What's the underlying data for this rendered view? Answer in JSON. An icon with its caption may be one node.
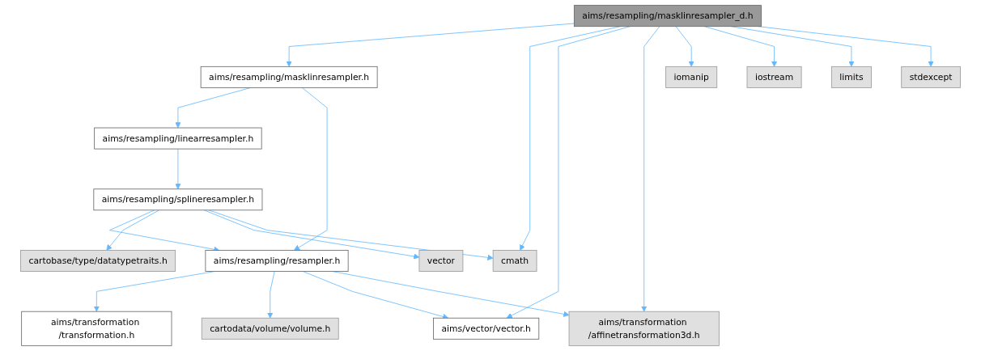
{
  "diagram": {
    "nodes": [
      {
        "text": [
          "aims/resampling/masklinresampler_d.h"
        ]
      },
      {
        "text": [
          "aims/resampling/masklinresampler.h"
        ]
      },
      {
        "text": [
          "cmath"
        ]
      },
      {
        "text": [
          "aims/vector/vector.h"
        ]
      },
      {
        "text": [
          "aims/transformation /affinetransformation3d.h"
        ]
      },
      {
        "text": [
          "iomanip"
        ]
      },
      {
        "text": [
          "iostream"
        ]
      },
      {
        "text": [
          "limits"
        ]
      },
      {
        "text": [
          "stdexcept"
        ]
      },
      {
        "text": [
          "aims/resampling/linearresampler.h"
        ]
      },
      {
        "text": [
          "aims/resampling/resampler.h"
        ]
      },
      {
        "text": [
          "aims/resampling/splineresampler.h"
        ]
      },
      {
        "text": [
          "aims/transformation /transformation.h"
        ]
      },
      {
        "text": [
          "cartodata/volume/volume.h"
        ]
      },
      {
        "text": [
          "cartobase/type/datatypetraits.h"
        ]
      },
      {
        "text": [
          "vector"
        ]
      }
    ],
    "edges": [
      {
        "from": 0,
        "to": 1,
        "arrow": "to"
      },
      {
        "from": 0,
        "to": 2,
        "arrow": "to"
      },
      {
        "from": 0,
        "to": 3,
        "arrow": "to"
      },
      {
        "from": 0,
        "to": 4,
        "arrow": "to"
      },
      {
        "from": 0,
        "to": 5,
        "arrow": "to"
      },
      {
        "from": 0,
        "to": 6,
        "arrow": "to"
      },
      {
        "from": 0,
        "to": 7,
        "arrow": "to"
      },
      {
        "from": 0,
        "to": 8,
        "arrow": "to"
      },
      {
        "from": 1,
        "to": 9,
        "arrow": "to"
      },
      {
        "from": 1,
        "to": 10,
        "arrow": "to"
      },
      {
        "from": 9,
        "to": 11,
        "arrow": "to"
      },
      {
        "from": 11,
        "to": 10,
        "arrow": "to"
      },
      {
        "from": 11,
        "to": 14,
        "arrow": "to"
      },
      {
        "from": 11,
        "to": 15,
        "arrow": "to"
      },
      {
        "from": 11,
        "to": 2,
        "arrow": "to"
      },
      {
        "from": 10,
        "to": 12,
        "arrow": "to"
      },
      {
        "from": 10,
        "to": 13,
        "arrow": "to"
      },
      {
        "from": 10,
        "to": 3,
        "arrow": "to"
      },
      {
        "from": 10,
        "to": 4,
        "arrow": "to"
      }
    ]
  }
}
